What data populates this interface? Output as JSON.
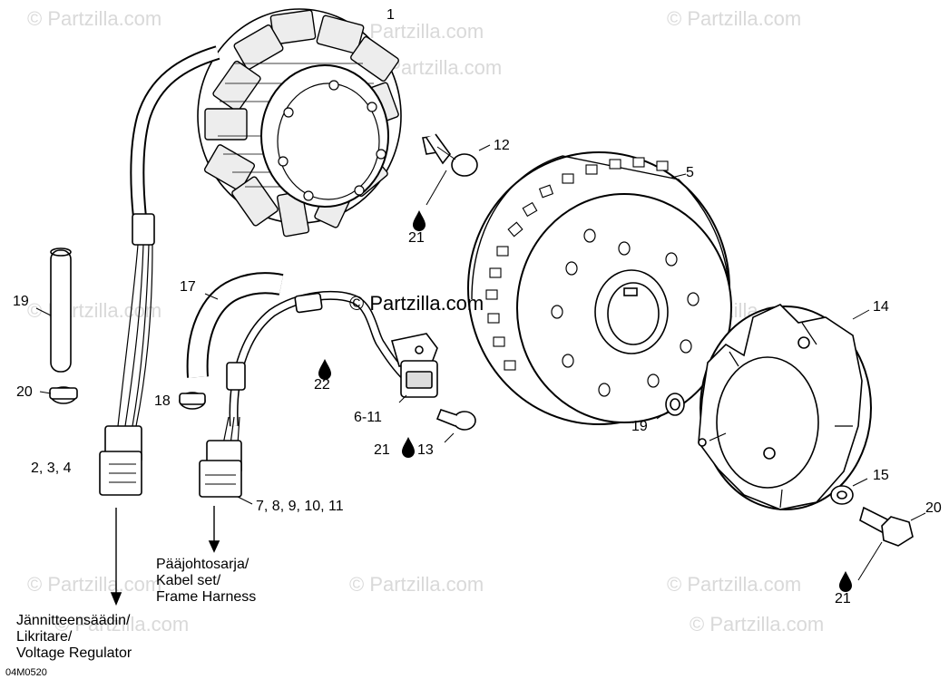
{
  "watermark": "© Partzilla.com",
  "center_watermark": "© Partzilla.com",
  "diagram_code": "04M0520",
  "callouts": {
    "c1": "1",
    "c12": "12",
    "c21a": "21",
    "c5": "5",
    "c19a": "19",
    "c17": "17",
    "c22": "22",
    "c14": "14",
    "c20a": "20",
    "c18": "18",
    "c611": "6-11",
    "c21b": "21",
    "c13": "13",
    "c19b": "19",
    "c234": "2, 3, 4",
    "c78": "7, 8, 9, 10, 11",
    "c15": "15",
    "c20b": "20",
    "c21c": "21"
  },
  "notes": {
    "harness": [
      "Pääjohtosarja/",
      "Kabel set/",
      "Frame Harness"
    ],
    "regulator": [
      "Jännitteensäädin/",
      "Likritare/",
      "Voltage Regulator"
    ]
  }
}
